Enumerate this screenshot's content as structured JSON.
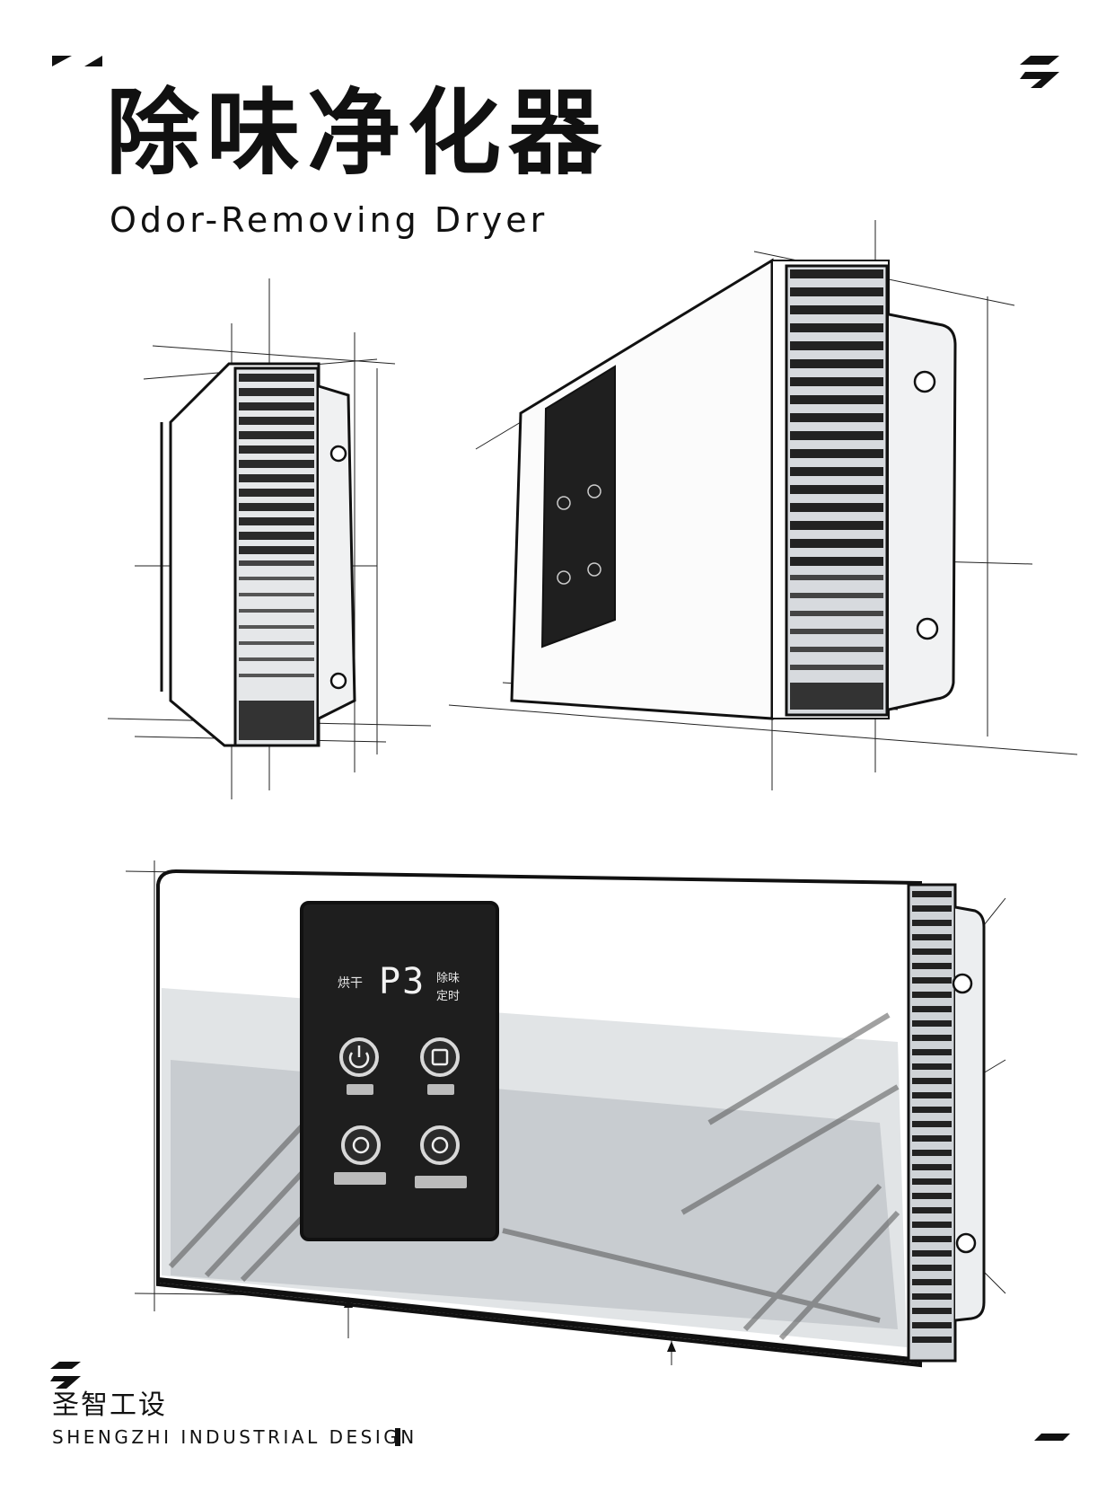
{
  "header": {
    "title_cn": "除味净化器",
    "title_en": "Odor-Removing Dryer"
  },
  "panel": {
    "display": "P3",
    "label_left": "烘干",
    "label_right_1": "除味",
    "label_right_2": "定时"
  },
  "footer": {
    "brand_cn": "圣智工设",
    "brand_en": "SHENGZHI INDUSTRIAL DESIGN"
  },
  "icons": {
    "corner_top_left": "corner-triangles-icon",
    "corner_top_right": "lightning-logo-icon",
    "corner_bottom_right": "dash-mark-icon",
    "footer_logo": "lightning-logo-icon"
  },
  "colors": {
    "ink": "#111111",
    "panel": "#1e1e1e",
    "wash": "#9aa0a6"
  }
}
